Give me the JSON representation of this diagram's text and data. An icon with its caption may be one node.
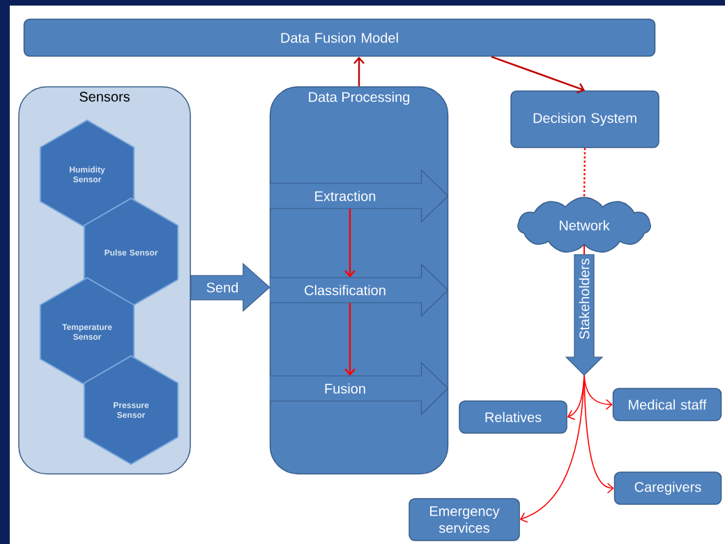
{
  "diagram": {
    "nodes": [
      {
        "text": [
          "Data Fusion Model"
        ]
      },
      {
        "text": [
          "Sensors"
        ]
      },
      {
        "text": [
          "Humidity Sensor"
        ],
        "in": 1
      },
      {
        "text": [
          "Pulse Sensor"
        ],
        "in": 1
      },
      {
        "text": [
          "Temperature Sensor"
        ],
        "in": 1
      },
      {
        "text": [
          "Pressure Sensor"
        ],
        "in": 1
      },
      {
        "text": [
          "Data Processing"
        ]
      },
      {
        "text": [
          "Extraction"
        ],
        "in": 6
      },
      {
        "text": [
          "Classification"
        ],
        "in": 6
      },
      {
        "text": [
          "Fusion"
        ],
        "in": 6
      },
      {
        "text": [
          "Decision System"
        ]
      },
      {
        "text": [
          "Network"
        ]
      },
      {
        "text": [
          "Relatives"
        ]
      },
      {
        "text": [
          "Medical staff"
        ]
      },
      {
        "text": [
          "Caregivers"
        ]
      },
      {
        "text": [
          "Emergency services"
        ]
      }
    ],
    "edges": [
      {
        "from": 1,
        "to": 6,
        "arrow": "to",
        "label": "Send",
        "style": "thick",
        "color": "#4f81bd"
      },
      {
        "from": 6,
        "to": 0,
        "arrow": "to",
        "color": "#c00000"
      },
      {
        "from": 0,
        "to": 10,
        "arrow": "to",
        "color": "#c00000"
      },
      {
        "from": 7,
        "to": 8,
        "arrow": "to"
      },
      {
        "from": 8,
        "to": 9,
        "arrow": "to"
      },
      {
        "from": 10,
        "to": 11,
        "arrow": "none",
        "style": "dashed"
      },
      {
        "from": 11,
        "to": 12,
        "arrow": "to"
      },
      {
        "from": 11,
        "to": 13,
        "arrow": "to"
      },
      {
        "from": 11,
        "to": 14,
        "arrow": "to"
      },
      {
        "from": 11,
        "to": 15,
        "arrow": "to"
      }
    ],
    "labels": [
      "Stakeholders"
    ]
  }
}
